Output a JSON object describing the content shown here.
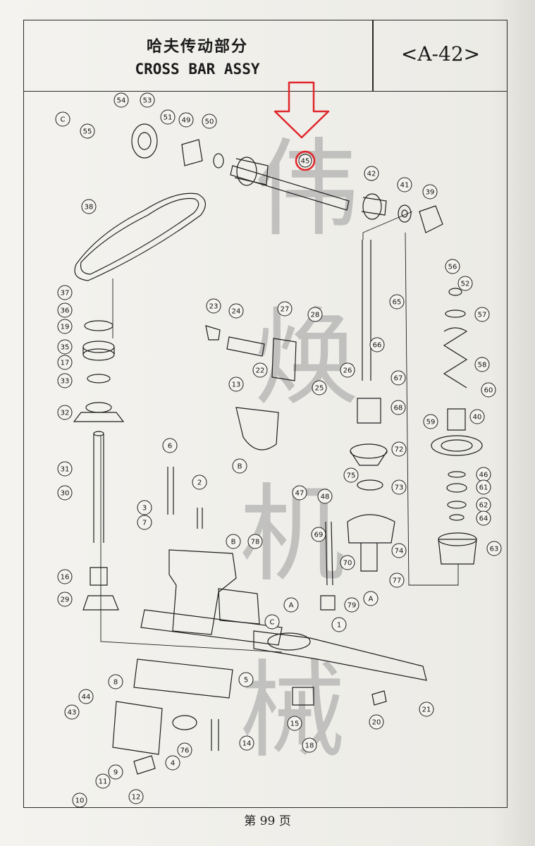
{
  "header": {
    "title_cn": "哈夫传动部分",
    "title_en": "CROSS BAR ASSY",
    "drawing_code": "<A-42>"
  },
  "watermark": {
    "chars": [
      "伟",
      "焕",
      "机",
      "械"
    ]
  },
  "footer": {
    "page": "第 99 页"
  },
  "colors": {
    "ink": "#1e1e1e",
    "watermark": "#9a9a9a",
    "highlight": "#e0262b"
  },
  "callouts": [
    {
      "id": "c54",
      "label": "54"
    },
    {
      "id": "c53",
      "label": "53"
    },
    {
      "id": "c55",
      "label": "55"
    },
    {
      "id": "c51",
      "label": "51"
    },
    {
      "id": "c49",
      "label": "49"
    },
    {
      "id": "c50",
      "label": "50"
    },
    {
      "id": "c45",
      "label": "45"
    },
    {
      "id": "c42",
      "label": "42"
    },
    {
      "id": "c41",
      "label": "41"
    },
    {
      "id": "c39",
      "label": "39"
    },
    {
      "id": "c38",
      "label": "38"
    },
    {
      "id": "c37",
      "label": "37"
    },
    {
      "id": "c36",
      "label": "36"
    },
    {
      "id": "c19",
      "label": "19"
    },
    {
      "id": "c35",
      "label": "35"
    },
    {
      "id": "c17",
      "label": "17"
    },
    {
      "id": "c33",
      "label": "33"
    },
    {
      "id": "c32",
      "label": "32"
    },
    {
      "id": "c31",
      "label": "31"
    },
    {
      "id": "c30",
      "label": "30"
    },
    {
      "id": "c16",
      "label": "16"
    },
    {
      "id": "c29",
      "label": "29"
    },
    {
      "id": "c23",
      "label": "23"
    },
    {
      "id": "c24",
      "label": "24"
    },
    {
      "id": "c27",
      "label": "27"
    },
    {
      "id": "c28",
      "label": "28"
    },
    {
      "id": "c22",
      "label": "22"
    },
    {
      "id": "c26",
      "label": "26"
    },
    {
      "id": "c25",
      "label": "25"
    },
    {
      "id": "c13",
      "label": "13"
    },
    {
      "id": "c6",
      "label": "6"
    },
    {
      "id": "c2",
      "label": "2"
    },
    {
      "id": "c3",
      "label": "3"
    },
    {
      "id": "c7",
      "label": "7"
    },
    {
      "id": "c65",
      "label": "65"
    },
    {
      "id": "c66",
      "label": "66"
    },
    {
      "id": "c67",
      "label": "67"
    },
    {
      "id": "c68",
      "label": "68"
    },
    {
      "id": "c72",
      "label": "72"
    },
    {
      "id": "c75",
      "label": "75"
    },
    {
      "id": "c73",
      "label": "73"
    },
    {
      "id": "c48",
      "label": "48"
    },
    {
      "id": "c47",
      "label": "47"
    },
    {
      "id": "c69",
      "label": "69"
    },
    {
      "id": "c74",
      "label": "74"
    },
    {
      "id": "c70",
      "label": "70"
    },
    {
      "id": "c77",
      "label": "77"
    },
    {
      "id": "c79",
      "label": "79"
    },
    {
      "id": "c78",
      "label": "78"
    },
    {
      "id": "c56",
      "label": "56"
    },
    {
      "id": "c52",
      "label": "52"
    },
    {
      "id": "c57",
      "label": "57"
    },
    {
      "id": "c58",
      "label": "58"
    },
    {
      "id": "c60",
      "label": "60"
    },
    {
      "id": "c40",
      "label": "40"
    },
    {
      "id": "c59",
      "label": "59"
    },
    {
      "id": "c46",
      "label": "46"
    },
    {
      "id": "c61",
      "label": "61"
    },
    {
      "id": "c62",
      "label": "62"
    },
    {
      "id": "c64",
      "label": "64"
    },
    {
      "id": "c63",
      "label": "63"
    },
    {
      "id": "c1",
      "label": "1"
    },
    {
      "id": "c5",
      "label": "5"
    },
    {
      "id": "c8",
      "label": "8"
    },
    {
      "id": "c44",
      "label": "44"
    },
    {
      "id": "c43",
      "label": "43"
    },
    {
      "id": "c76",
      "label": "76"
    },
    {
      "id": "c14",
      "label": "14"
    },
    {
      "id": "c4",
      "label": "4"
    },
    {
      "id": "c9",
      "label": "9"
    },
    {
      "id": "c11",
      "label": "11"
    },
    {
      "id": "c10",
      "label": "10"
    },
    {
      "id": "c12",
      "label": "12"
    },
    {
      "id": "c15",
      "label": "15"
    },
    {
      "id": "c18",
      "label": "18"
    },
    {
      "id": "c20",
      "label": "20"
    },
    {
      "id": "c21",
      "label": "21"
    },
    {
      "id": "refC1",
      "label": "C"
    },
    {
      "id": "refB1",
      "label": "B"
    },
    {
      "id": "refB2",
      "label": "B"
    },
    {
      "id": "refC2",
      "label": "C"
    },
    {
      "id": "refA1",
      "label": "A"
    },
    {
      "id": "refA2",
      "label": "A"
    }
  ]
}
